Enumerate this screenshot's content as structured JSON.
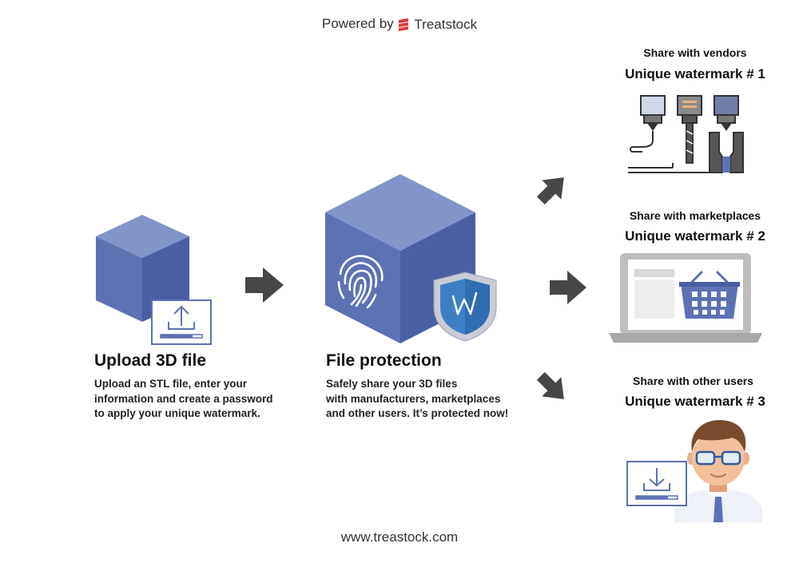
{
  "header": {
    "powered_by": "Powered by",
    "brand": "Treatstock"
  },
  "steps": [
    {
      "title": "Upload 3D file",
      "lines": [
        "Upload an STL file, enter your",
        "information and create a password",
        "to apply your unique watermark."
      ]
    },
    {
      "title": "File protection",
      "lines": [
        "Safely share your 3D files",
        "with manufacturers, marketplaces",
        "and other users. It’s protected now!"
      ]
    }
  ],
  "shares": [
    {
      "subtitle": "Share with vendors",
      "title": "Unique watermark # 1"
    },
    {
      "subtitle": "Share with marketplaces",
      "title": "Unique watermark # 2"
    },
    {
      "subtitle": "Share with other users",
      "title": "Unique watermark # 3"
    }
  ],
  "footer": {
    "url": "www.treastock.com"
  },
  "colors": {
    "cube_top": "#8195c8",
    "cube_left": "#5d72b3",
    "cube_right": "#4a5fa2",
    "arrow": "#474747",
    "shield": "#3e7fc4",
    "brand_red": "#e03a3e"
  },
  "icons": {
    "logo": "treatstock-logo-icon",
    "upload": "upload-icon",
    "fingerprint": "fingerprint-icon",
    "shield": "shield-watermark-icon",
    "printers": "3d-printer-nozzles-icon",
    "laptop": "laptop-shopping-basket-icon",
    "user": "user-avatar-icon",
    "download": "download-icon"
  }
}
